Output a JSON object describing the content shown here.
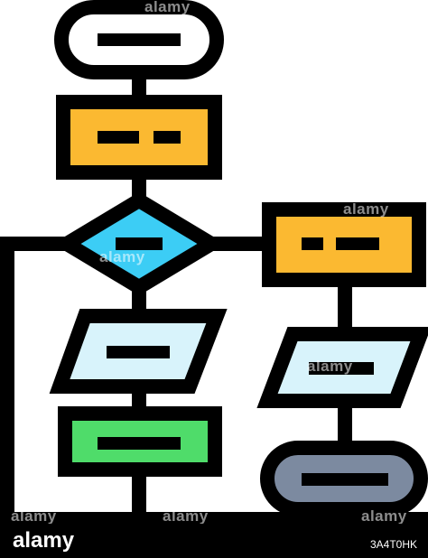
{
  "palette": {
    "stroke": "#000000",
    "start_terminal_fill": "#ffffff",
    "process_fill": "#fbb931",
    "decision_fill": "#3ccdf5",
    "input_output_fill": "#d8f3fb",
    "process_end_fill": "#4fdc6a",
    "end_terminal_fill": "#7c8aa0",
    "background": "#ffffff"
  },
  "icons": [
    "flowchart-icon"
  ],
  "watermark": {
    "logo_text": "alamy",
    "image_code": "3A4T0HK",
    "overlay_texts": [
      "alamy",
      "alamy",
      "alamy",
      "alamy",
      "alamy",
      "alamy",
      "alamy"
    ]
  }
}
